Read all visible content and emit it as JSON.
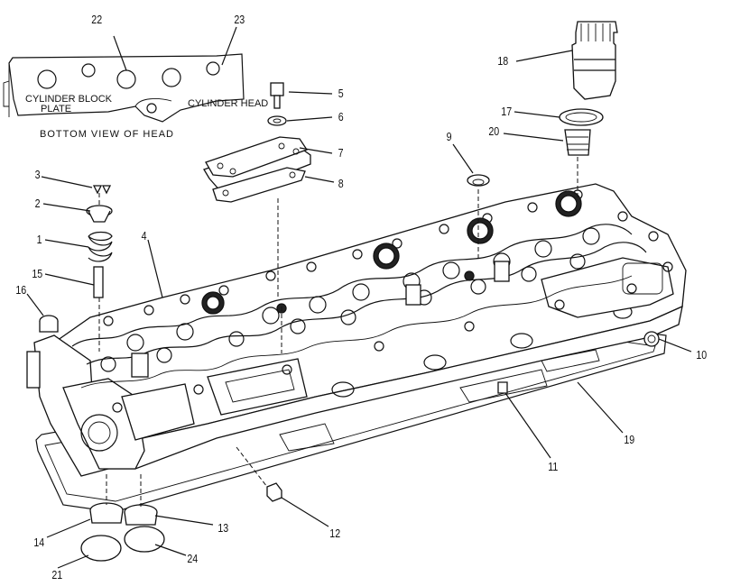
{
  "inset": {
    "caption": "BOTTOM  VIEW OF HEAD",
    "plate_label_1": "CYLINDER BLOCK",
    "plate_label_2": "PLATE",
    "head_label": "CYLINDER HEAD"
  },
  "callouts": [
    "22",
    "23",
    "5",
    "6",
    "7",
    "8",
    "3",
    "2",
    "1",
    "4",
    "15",
    "16",
    "9",
    "18",
    "17",
    "20",
    "10",
    "19",
    "11",
    "12",
    "13",
    "14",
    "21",
    "24"
  ]
}
